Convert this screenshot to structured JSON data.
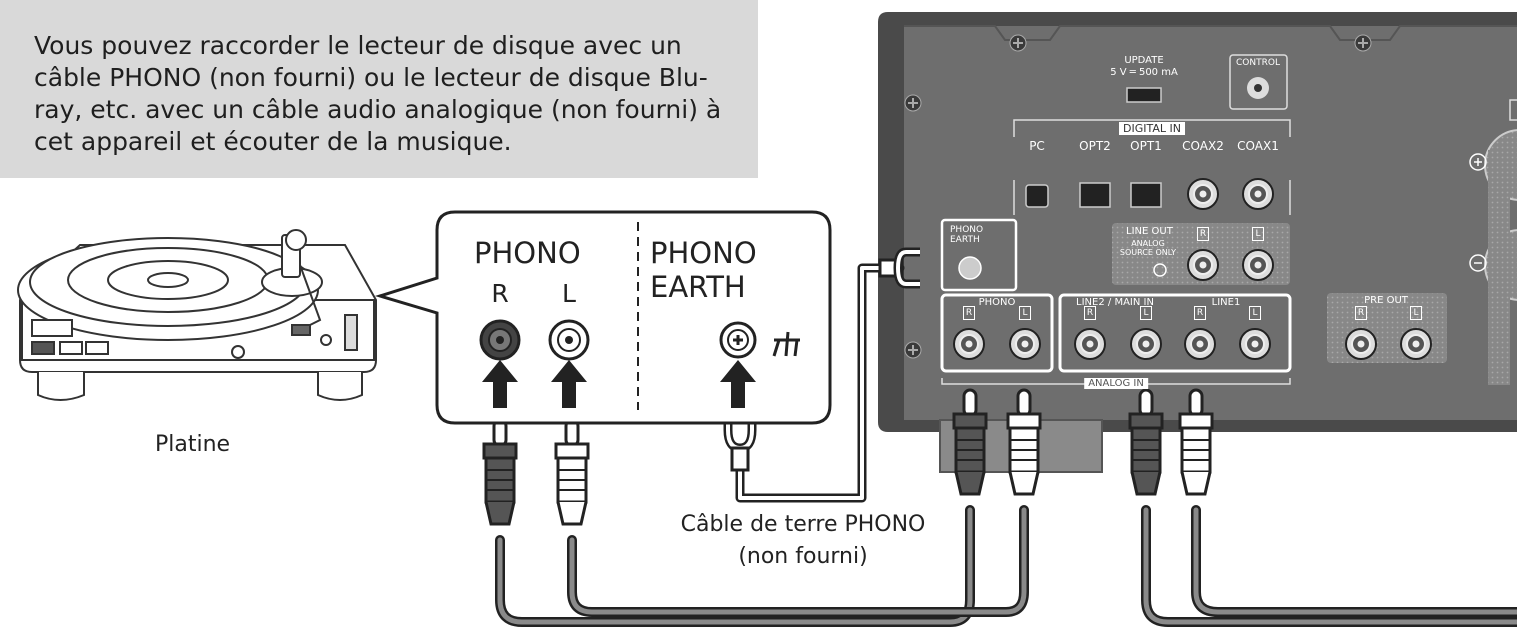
{
  "intro": "Vous pouvez raccorder le lecteur de disque avec un câble PHONO (non fourni) ou le lecteur de disque Blu-ray, etc. avec un câble audio analogique (non fourni) à cet appareil et écouter de la musique.",
  "turntable_caption": "Platine",
  "callout": {
    "phono": "PHONO",
    "r": "R",
    "l": "L",
    "phono_earth_1": "PHONO",
    "phono_earth_2": "EARTH"
  },
  "ground_cable": {
    "line1": "Câble de terre PHONO",
    "line2": "(non fourni)"
  },
  "panel": {
    "update_1": "UPDATE",
    "update_2": "5 V ═ 500 mA",
    "control": "CONTROL",
    "digital_in": "DIGITAL IN",
    "digital_ports": [
      "PC",
      "OPT2",
      "OPT1",
      "COAX2",
      "COAX1"
    ],
    "phono_earth_1": "PHONO",
    "phono_earth_2": "EARTH",
    "line_out": "LINE OUT",
    "line_out_note_1": "ANALOG",
    "line_out_note_2": "SOURCE ONLY",
    "phono": "PHONO",
    "line2_main_in": "LINE2 / MAIN IN",
    "line1": "LINE1",
    "analog_in": "ANALOG IN",
    "pre_out": "PRE OUT",
    "r": "R",
    "l": "L"
  },
  "colors": {
    "panel": "#6b6b6b",
    "panel_dark": "#3f3f3f",
    "intro_bg": "#d9d9d9",
    "cable": "#555555"
  }
}
